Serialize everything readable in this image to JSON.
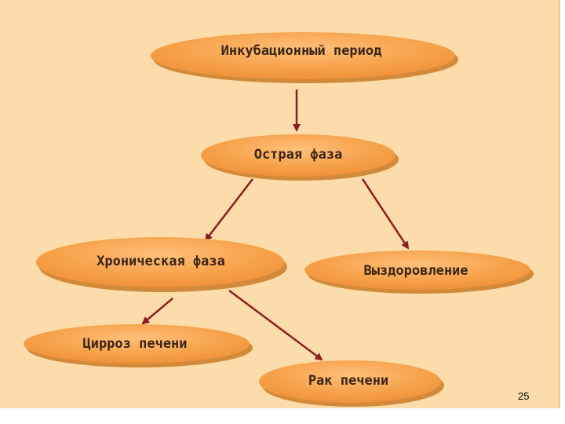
{
  "slide": {
    "page_number": "25"
  },
  "diagram": {
    "nodes": {
      "incubation": "Инкубационный период",
      "acute": "Острая фаза",
      "chronic": "Хроническая фаза",
      "recovery": "Выздоровление",
      "cirrhosis": "Цирроз печени",
      "cancer": "Рак печени"
    }
  },
  "colors": {
    "background": "#fcdcaa",
    "node_fill": "#f6a14a",
    "node_shadow": "#d28a3a",
    "arrow": "#8a1e24"
  }
}
